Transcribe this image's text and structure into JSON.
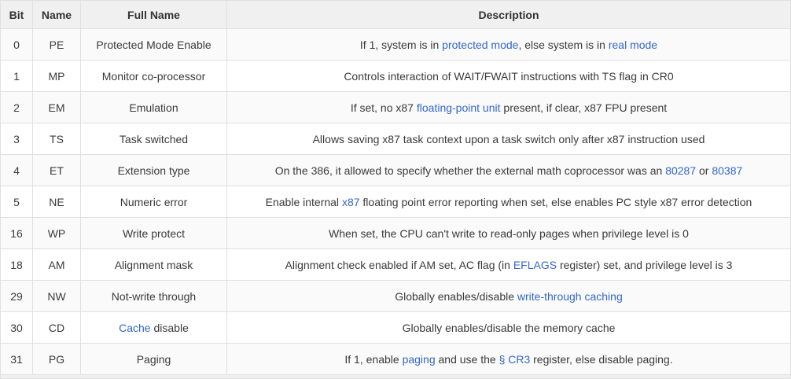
{
  "colors": {
    "link": "#3366cc",
    "header_bg": "#f0f0f0",
    "border": "#e0e0e0"
  },
  "table": {
    "headers": [
      "Bit",
      "Name",
      "Full Name",
      "Description"
    ],
    "rows": [
      {
        "bit": "0",
        "name": "PE",
        "full_name": [
          {
            "t": "Protected Mode Enable"
          }
        ],
        "description": [
          {
            "t": "If 1, system is in "
          },
          {
            "t": "protected mode",
            "link": true
          },
          {
            "t": ", else system is in "
          },
          {
            "t": "real mode",
            "link": true
          }
        ]
      },
      {
        "bit": "1",
        "name": "MP",
        "full_name": [
          {
            "t": "Monitor co-processor"
          }
        ],
        "description": [
          {
            "t": "Controls interaction of WAIT/FWAIT instructions with TS flag in CR0"
          }
        ]
      },
      {
        "bit": "2",
        "name": "EM",
        "full_name": [
          {
            "t": "Emulation"
          }
        ],
        "description": [
          {
            "t": "If set, no x87 "
          },
          {
            "t": "floating-point unit",
            "link": true
          },
          {
            "t": " present, if clear, x87 FPU present"
          }
        ]
      },
      {
        "bit": "3",
        "name": "TS",
        "full_name": [
          {
            "t": "Task switched"
          }
        ],
        "description": [
          {
            "t": "Allows saving x87 task context upon a task switch only after x87 instruction used"
          }
        ]
      },
      {
        "bit": "4",
        "name": "ET",
        "full_name": [
          {
            "t": "Extension type"
          }
        ],
        "description": [
          {
            "t": "On the 386, it allowed to specify whether the external math coprocessor was an "
          },
          {
            "t": "80287",
            "link": true
          },
          {
            "t": " or "
          },
          {
            "t": "80387",
            "link": true
          }
        ]
      },
      {
        "bit": "5",
        "name": "NE",
        "full_name": [
          {
            "t": "Numeric error"
          }
        ],
        "description": [
          {
            "t": "Enable internal "
          },
          {
            "t": "x87",
            "link": true
          },
          {
            "t": " floating point error reporting when set, else enables PC style x87 error detection"
          }
        ]
      },
      {
        "bit": "16",
        "name": "WP",
        "full_name": [
          {
            "t": "Write protect"
          }
        ],
        "description": [
          {
            "t": "When set, the CPU can't write to read-only pages when privilege level is 0"
          }
        ]
      },
      {
        "bit": "18",
        "name": "AM",
        "full_name": [
          {
            "t": "Alignment mask"
          }
        ],
        "description": [
          {
            "t": "Alignment check enabled if AM set, AC flag (in "
          },
          {
            "t": "EFLAGS",
            "link": true
          },
          {
            "t": " register) set, and privilege level is 3"
          }
        ]
      },
      {
        "bit": "29",
        "name": "NW",
        "full_name": [
          {
            "t": "Not-write through"
          }
        ],
        "description": [
          {
            "t": "Globally enables/disable "
          },
          {
            "t": "write-through caching",
            "link": true
          }
        ]
      },
      {
        "bit": "30",
        "name": "CD",
        "full_name": [
          {
            "t": "Cache",
            "link": true
          },
          {
            "t": " disable"
          }
        ],
        "description": [
          {
            "t": "Globally enables/disable the memory cache"
          }
        ]
      },
      {
        "bit": "31",
        "name": "PG",
        "full_name": [
          {
            "t": "Paging"
          }
        ],
        "description": [
          {
            "t": "If 1, enable "
          },
          {
            "t": "paging",
            "link": true
          },
          {
            "t": " and use the "
          },
          {
            "t": "§ CR3",
            "link": true
          },
          {
            "t": " register, else disable paging."
          }
        ]
      }
    ]
  }
}
